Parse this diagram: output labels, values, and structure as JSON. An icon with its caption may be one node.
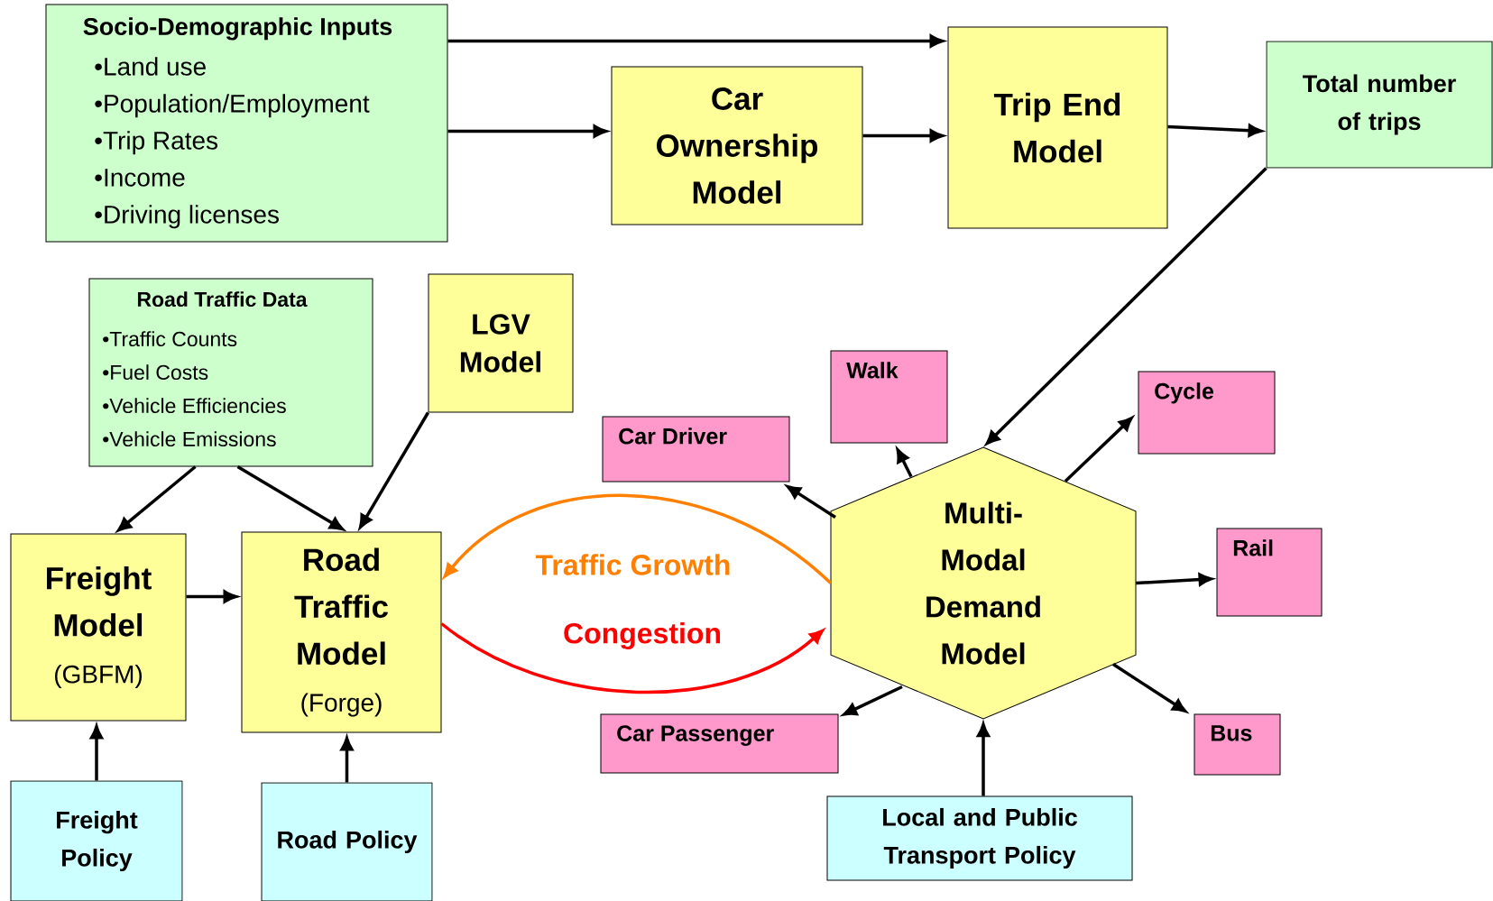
{
  "diagram": {
    "nodes": [
      {
        "text": [
          "Socio-Demographic Inputs",
          "•Land use",
          "•Population/Employment",
          "•Trip Rates",
          "•Income",
          "•Driving licenses"
        ]
      },
      {
        "text": [
          "Car Ownership Model"
        ]
      },
      {
        "text": [
          "Trip End Model"
        ]
      },
      {
        "text": [
          "Total number of trips"
        ]
      },
      {
        "text": [
          "Road Traffic Data",
          "•Traffic Counts",
          "•Fuel Costs",
          "•Vehicle Efficiencies",
          "•Vehicle Emissions"
        ]
      },
      {
        "text": [
          "LGV Model"
        ]
      },
      {
        "text": [
          "Walk"
        ]
      },
      {
        "text": [
          "Cycle"
        ]
      },
      {
        "text": [
          "Car Driver"
        ]
      },
      {
        "text": [
          "Freight Model",
          "(GBFM)"
        ]
      },
      {
        "text": [
          "Road Traffic Model",
          "(Forge)"
        ]
      },
      {
        "text": [
          "Multi-Modal Demand Model"
        ]
      },
      {
        "text": [
          "Rail"
        ]
      },
      {
        "text": [
          "Car Passenger"
        ]
      },
      {
        "text": [
          "Bus"
        ]
      },
      {
        "text": [
          "Freight Policy"
        ]
      },
      {
        "text": [
          "Road Policy"
        ]
      },
      {
        "text": [
          "Local and Public Transport Policy"
        ]
      }
    ],
    "edges": [
      {
        "from": 0,
        "to": 2,
        "arrow": "to"
      },
      {
        "from": 0,
        "to": 1,
        "arrow": "to"
      },
      {
        "from": 1,
        "to": 2,
        "arrow": "to"
      },
      {
        "from": 2,
        "to": 3,
        "arrow": "to"
      },
      {
        "from": 3,
        "to": 11,
        "arrow": "to"
      },
      {
        "from": 4,
        "to": 9,
        "arrow": "to"
      },
      {
        "from": 4,
        "to": 10,
        "arrow": "to"
      },
      {
        "from": 5,
        "to": 10,
        "arrow": "to"
      },
      {
        "from": 9,
        "to": 10,
        "arrow": "to"
      },
      {
        "from": 15,
        "to": 9,
        "arrow": "to"
      },
      {
        "from": 16,
        "to": 10,
        "arrow": "to"
      },
      {
        "from": 17,
        "to": 11,
        "arrow": "to"
      },
      {
        "from": 11,
        "to": 8,
        "arrow": "to"
      },
      {
        "from": 11,
        "to": 6,
        "arrow": "to"
      },
      {
        "from": 11,
        "to": 7,
        "arrow": "to"
      },
      {
        "from": 11,
        "to": 12,
        "arrow": "to"
      },
      {
        "from": 11,
        "to": 14,
        "arrow": "to"
      },
      {
        "from": 11,
        "to": 13,
        "arrow": "to"
      },
      {
        "from": 11,
        "to": 10,
        "arrow": "to",
        "label": "Traffic Growth",
        "color": "#ff8000"
      },
      {
        "from": 10,
        "to": 11,
        "arrow": "to",
        "label": "Congestion",
        "color": "#ff0000"
      }
    ]
  }
}
